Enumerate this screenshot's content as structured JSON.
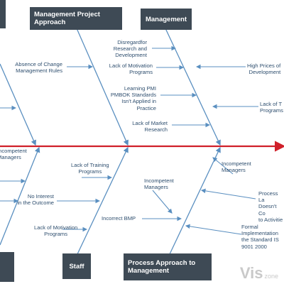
{
  "colors": {
    "spine": "#d0202a",
    "bone": "#5a8fc0",
    "box_fill": "#3e4a55",
    "label_text": "#2f4f6f"
  },
  "categories": {
    "management_project_approach": "Management Project\nApproach",
    "management": "Management",
    "staff": "Staff",
    "process_approach": "Process Approach to\nManagement"
  },
  "causes": {
    "absence_change_rules": "Absence of Change\nManagement Rules",
    "disregard_research": "Disregardfor\nResearch and\nDevelopment",
    "lack_motivation_top": "Lack of Motivation\nPrograms",
    "learning_pmi": "Learning PMI\nPMBOK Standards\nIsn't Applied in\nPractice",
    "lack_market_research": "Lack of  Market\nResearch",
    "high_prices": "High Prices of\nDevelopment",
    "lack_of_t": "Lack of T\nPrograms",
    "incompetent_left": "Incompetent\nManagers",
    "lack_training": "Lack of Training\nPrograms",
    "no_interest": "No Interest\nin the Outcome",
    "lack_motivation_bottom": "Lack of Motivation\nPrograms",
    "incompetent_mid": "Incompetent\nManagers",
    "incorrect_bmp": "Incorrect BMP",
    "incompetent_right": "Incompetent\nManagers",
    "process_la": "Process La\nDoesn't Co\nto Activitie",
    "formal_impl": "Formal\nImplementation\nthe Standard IS\n9001 2000"
  },
  "watermark": {
    "brand": "Vis",
    "suffix": "zone"
  }
}
